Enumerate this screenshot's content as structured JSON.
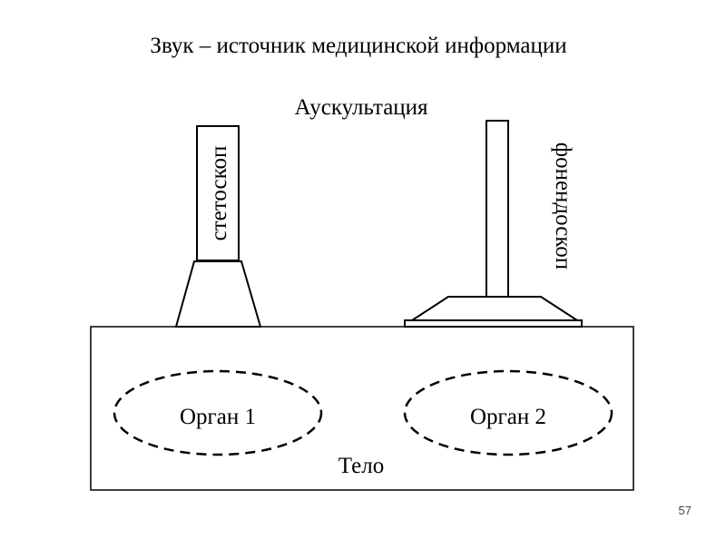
{
  "slide": {
    "title": "Звук – источник медицинской информации",
    "subtitle": "Аускультация",
    "page_number": "57"
  },
  "diagram": {
    "stethoscope_label": "стетоскоп",
    "phonendoscope_label": "фонендоскоп",
    "organ1_label": "Орган 1",
    "organ2_label": "Орган 2",
    "body_label": "Тело"
  },
  "colors": {
    "stroke": "#000000",
    "background": "#ffffff"
  }
}
